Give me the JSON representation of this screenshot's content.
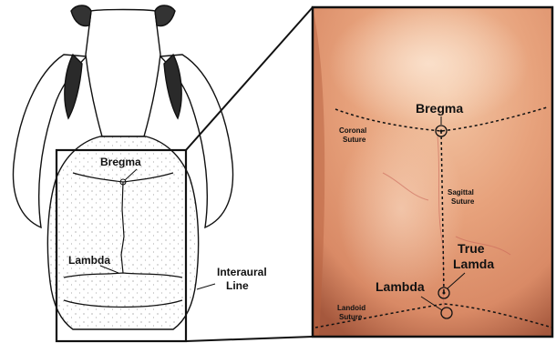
{
  "left_panel": {
    "labels": {
      "bregma": "Bregma",
      "lambda": "Lambda",
      "interaural_line": [
        "Interaural",
        "Line"
      ]
    }
  },
  "right_panel": {
    "labels": {
      "bregma": "Bregma",
      "coronal_suture": [
        "Coronal",
        "Suture"
      ],
      "sagittal_suture": [
        "Sagittal",
        "Suture"
      ],
      "true_lamda": [
        "True",
        "Lamda"
      ],
      "lambda": "Lambda",
      "landoid_suture": [
        "Landoid",
        "Suture"
      ]
    }
  },
  "colors": {
    "line": "#111111",
    "skull_fill": "#ffffff",
    "tissue": "#e9a77f",
    "tissue_highlight": "#f6d3b6",
    "tissue_shadow": "#9c4a2e"
  }
}
